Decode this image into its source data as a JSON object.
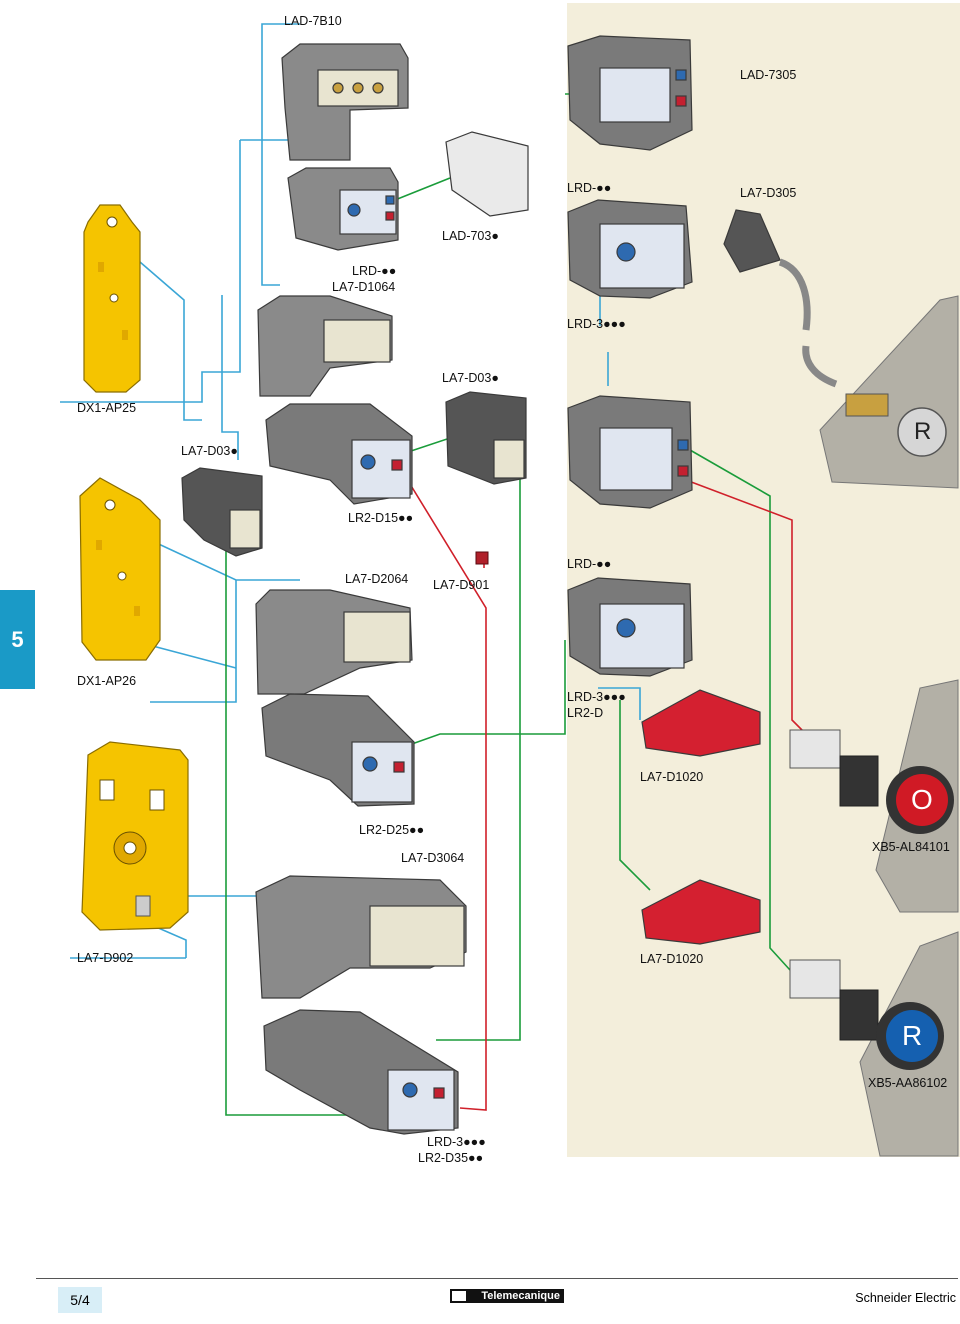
{
  "labels": {
    "lad_7b10": "LAD-7B10",
    "lad_7305": "LAD-7305",
    "lrd_a": "LRD-●●",
    "la7_d305": "LA7-D305",
    "lad_703": "LAD-703●",
    "lrd_b": "LRD-●●",
    "la7_d1064": "LA7-D1064",
    "lrd_3a": "LRD-3●●●",
    "la7_d03_a": "LA7-D03●",
    "dx1_ap25": "DX1-AP25",
    "la7_d03_b": "LA7-D03●",
    "lr2_d15": "LR2-D15●●",
    "lrd_c": "LRD-●●",
    "la7_d2064": "LA7-D2064",
    "la7_d901": "LA7-D901",
    "dx1_ap26": "DX1-AP26",
    "lrd_3b": "LRD-3●●●",
    "lr2_d": "LR2-D",
    "la7_d1020_a": "LA7-D1020",
    "lr2_d25": "LR2-D25●●",
    "la7_d3064": "LA7-D3064",
    "xb5_al84101": "XB5-AL84101",
    "la7_d902": "LA7-D902",
    "la7_d1020_b": "LA7-D1020",
    "xb5_aa86102": "XB5-AA86102",
    "lrd_3c": "LRD-3●●●",
    "lr2_d35": "LR2-D35●●",
    "button_r1": "R",
    "button_o": "O",
    "button_r2": "R"
  },
  "tab": {
    "number": "5"
  },
  "footer": {
    "page": "5/4",
    "brand": "Telemecanique",
    "company": "Schneider Electric"
  },
  "colors": {
    "blue_line": "#3aa6d6",
    "green_line": "#1a9c3a",
    "red_line": "#d0202a",
    "plate": "#f5c400",
    "body": "#7a7a7a",
    "tab": "#1a9ac7",
    "beige": "#f3eedb"
  }
}
